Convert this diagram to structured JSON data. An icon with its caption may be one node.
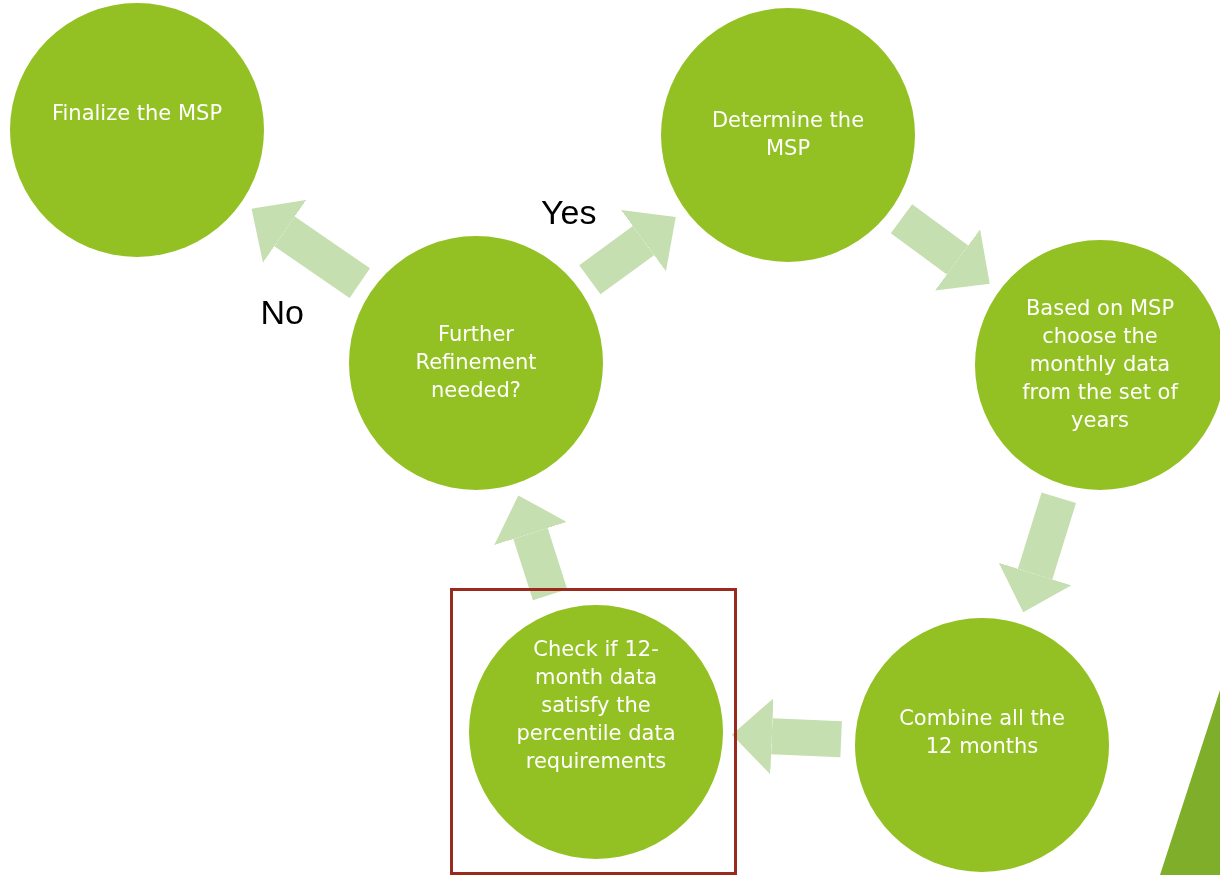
{
  "diagram": {
    "nodes": [
      {
        "text": [
          "Finalize the MSP"
        ]
      },
      {
        "text": [
          "Determine the MSP"
        ]
      },
      {
        "text": [
          "Based on MSP choose the monthly data from the set of years"
        ]
      },
      {
        "text": [
          "Combine all the 12 months"
        ]
      },
      {
        "text": [],
        "shape": "box"
      },
      {
        "text": [
          "Check if 12-month data satisfy the percentile data requirements"
        ],
        "in": 4
      },
      {
        "text": [
          "Further Refinement needed?"
        ]
      }
    ],
    "edges": [
      {
        "from": 1,
        "to": 2,
        "arrow": "to"
      },
      {
        "from": 2,
        "to": 3,
        "arrow": "to"
      },
      {
        "from": 3,
        "to": 5,
        "arrow": "to"
      },
      {
        "from": 5,
        "to": 6,
        "arrow": "to"
      },
      {
        "from": 6,
        "to": 1,
        "arrow": "to",
        "label": "Yes"
      },
      {
        "from": 6,
        "to": 0,
        "arrow": "to",
        "label": "No"
      }
    ]
  }
}
